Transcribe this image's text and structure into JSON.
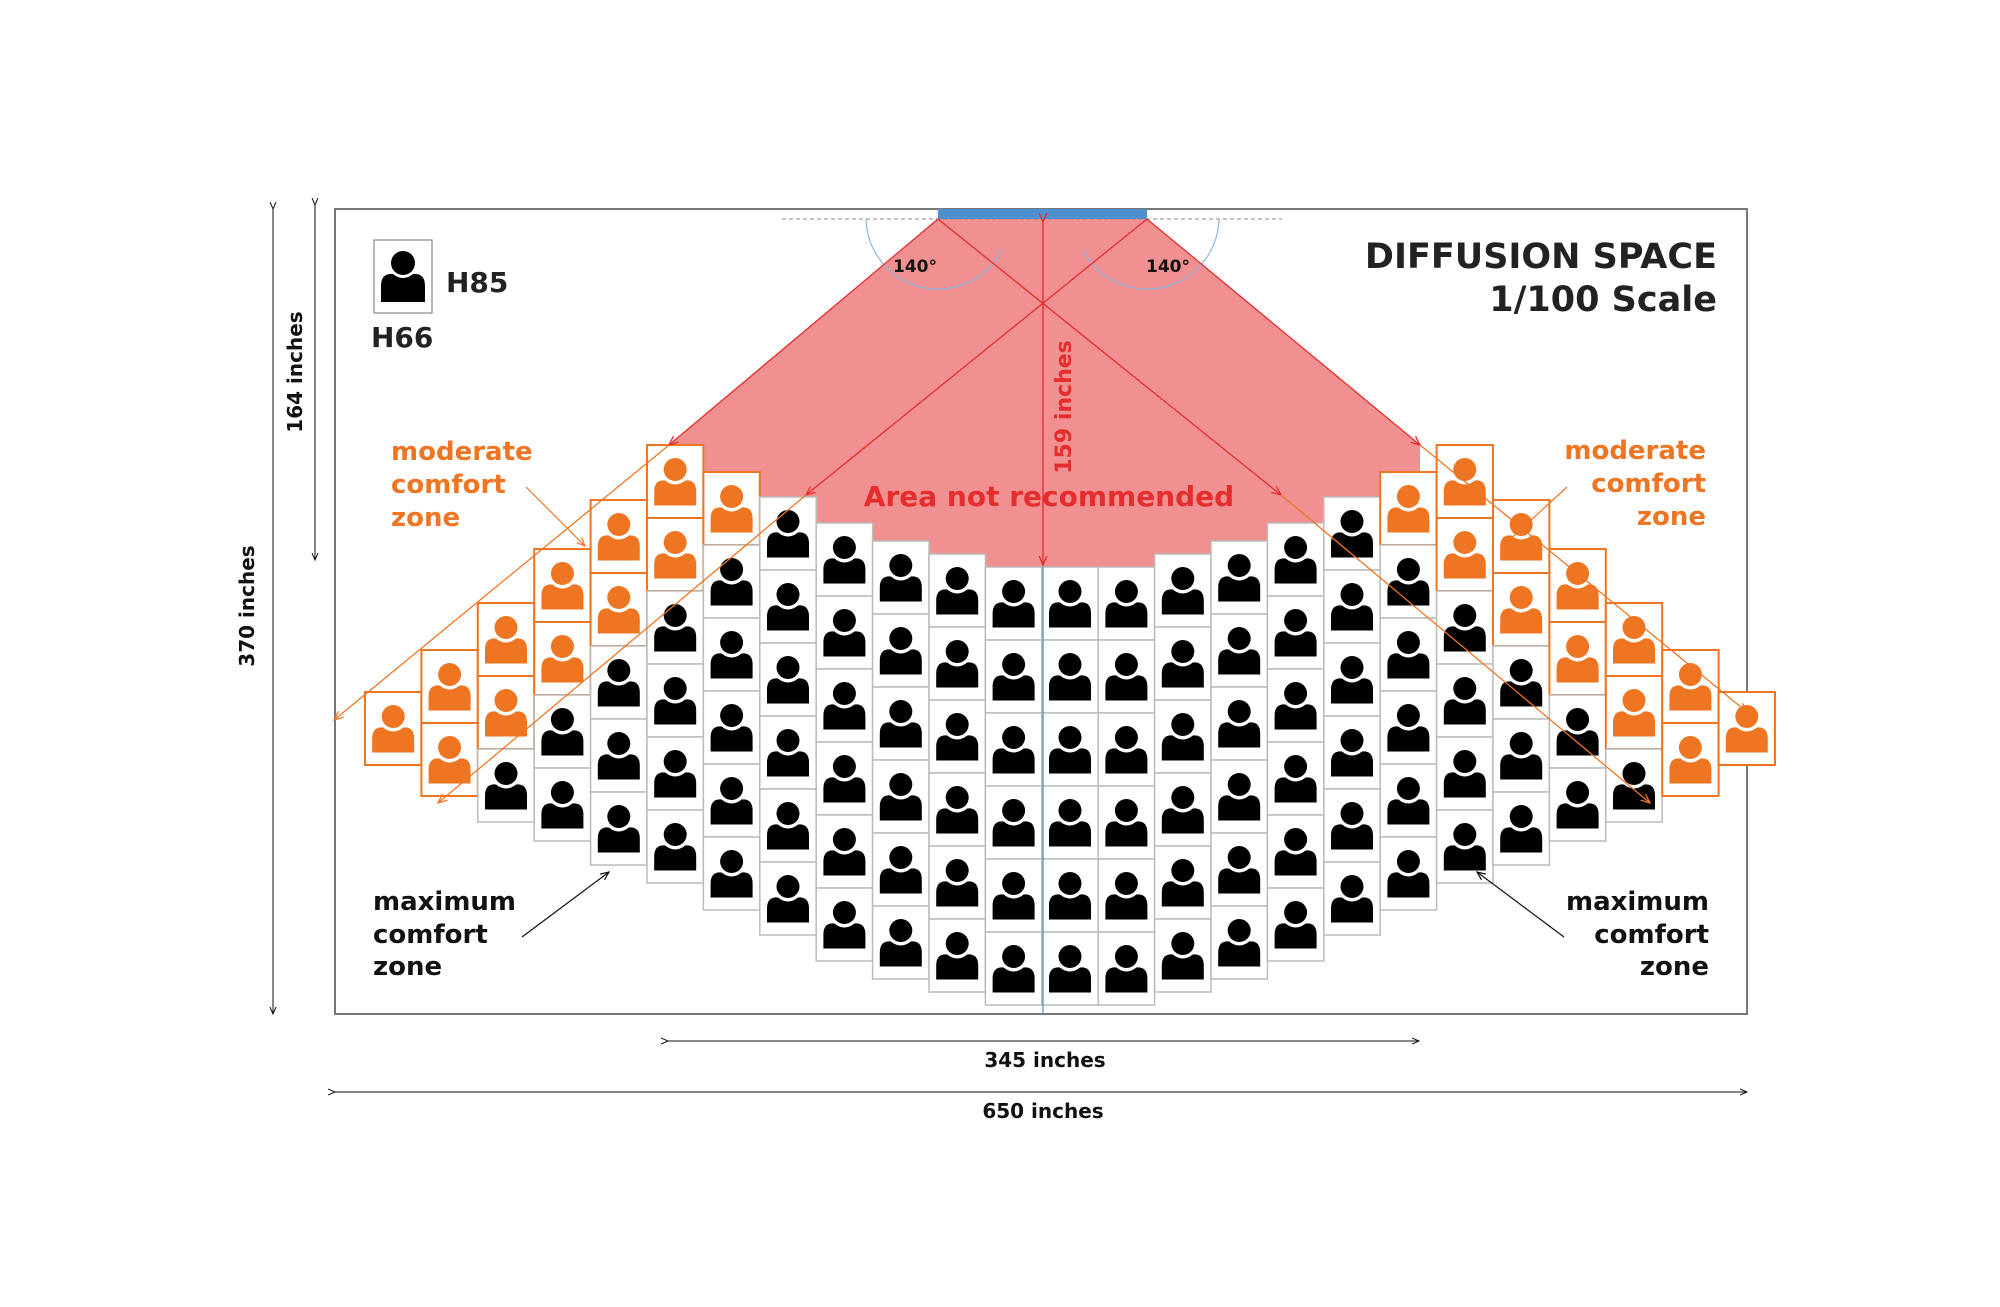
{
  "title": {
    "line1": "DIFFUSION SPACE",
    "line2": "1/100 Scale"
  },
  "legend": {
    "seat_height": "H85",
    "eye_height": "H66"
  },
  "screen": {
    "left_angle": "140°",
    "right_angle": "140°"
  },
  "labels": {
    "not_recommended": "Area not recommended",
    "moderate_left": [
      "moderate",
      "comfort",
      "zone"
    ],
    "moderate_right": [
      "moderate",
      "comfort",
      "zone"
    ],
    "maximum_left": [
      "maximum",
      "comfort",
      "zone"
    ],
    "maximum_right": [
      "maximum",
      "comfort",
      "zone"
    ]
  },
  "dimensions": {
    "screen_to_seats": "159 inches",
    "screen_to_front": "164 inches",
    "room_depth": "370 inches",
    "seating_width": "345 inches",
    "room_width": "650 inches"
  },
  "colors": {
    "moderate": "#ee7623",
    "maximum": "#000000",
    "not_recommended_fill": "#f09090",
    "red_line": "#e52d2d",
    "screen": "#4e8fd0"
  },
  "seating": {
    "columns": [
      {
        "moderate": 1,
        "maximum": 0
      },
      {
        "moderate": 2,
        "maximum": 0
      },
      {
        "moderate": 2,
        "maximum": 1
      },
      {
        "moderate": 2,
        "maximum": 2
      },
      {
        "moderate": 2,
        "maximum": 3
      },
      {
        "moderate": 2,
        "maximum": 4
      },
      {
        "moderate": 1,
        "maximum": 5
      },
      {
        "moderate": 0,
        "maximum": 6
      },
      {
        "moderate": 0,
        "maximum": 6
      },
      {
        "moderate": 0,
        "maximum": 6
      },
      {
        "moderate": 0,
        "maximum": 6
      },
      {
        "moderate": 0,
        "maximum": 6
      },
      {
        "moderate": 0,
        "maximum": 6
      },
      {
        "moderate": 0,
        "maximum": 6
      },
      {
        "moderate": 0,
        "maximum": 6
      },
      {
        "moderate": 0,
        "maximum": 6
      },
      {
        "moderate": 0,
        "maximum": 6
      },
      {
        "moderate": 0,
        "maximum": 6
      },
      {
        "moderate": 1,
        "maximum": 5
      },
      {
        "moderate": 2,
        "maximum": 4
      },
      {
        "moderate": 2,
        "maximum": 3
      },
      {
        "moderate": 2,
        "maximum": 2
      },
      {
        "moderate": 2,
        "maximum": 1
      },
      {
        "moderate": 2,
        "maximum": 0
      },
      {
        "moderate": 1,
        "maximum": 0
      }
    ]
  }
}
